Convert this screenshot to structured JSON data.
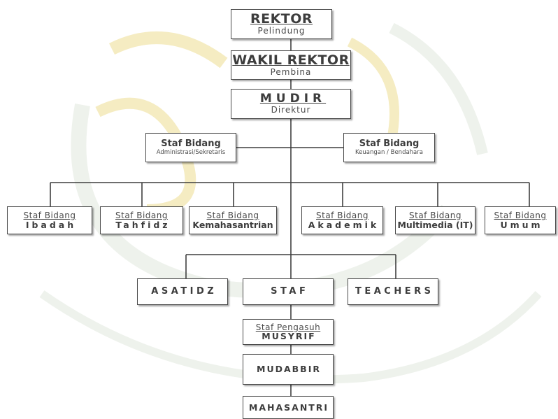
{
  "rektor": {
    "title": "REKTOR",
    "subtitle": "Pelindung"
  },
  "wakil_rektor": {
    "title": "WAKIL REKTOR",
    "subtitle": "Pembina"
  },
  "mudir": {
    "title": "MUDIR",
    "subtitle": "Direktur"
  },
  "staf_administrasi": {
    "title": "Staf Bidang",
    "subtitle": "Administrasi/Sekretaris"
  },
  "staf_keuangan": {
    "title": "Staf Bidang",
    "subtitle": "Keuangan / Bendahara"
  },
  "bidang": [
    {
      "label": "Staf Bidang",
      "title": "Ibadah"
    },
    {
      "label": "Staf Bidang",
      "title": "Tahfidz"
    },
    {
      "label": "Staf Bidang",
      "title": "Kemahasantrian"
    },
    {
      "label": "Staf Bidang",
      "title": "Akademik"
    },
    {
      "label": "Staf Bidang",
      "title": "Multimedia (IT)"
    },
    {
      "label": "Staf Bidang",
      "title": "Umum"
    }
  ],
  "asatidz": {
    "title": "ASATIDZ"
  },
  "staf": {
    "title": "STAF"
  },
  "teachers": {
    "title": "TEACHERS"
  },
  "musyrif": {
    "label": "Staf Pengasuh",
    "title": "MUSYRIF"
  },
  "mudabbir": {
    "title": "MUDABBIR"
  },
  "mahasantri": {
    "title": "MAHASANTRI"
  },
  "colors": {
    "box_border": "#4a4a4a",
    "connector": "#3f3f3f",
    "text": "#3d3d3d",
    "watermark_gold": "#f5ecc2",
    "watermark_green": "#dbe8d8"
  }
}
